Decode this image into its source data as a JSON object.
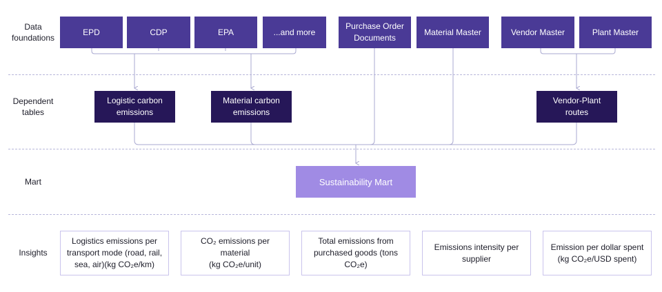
{
  "row_labels": {
    "foundations": "Data\nfoundations",
    "dependent": "Dependent\ntables",
    "mart": "Mart",
    "insights": "Insights"
  },
  "foundations": {
    "epd": "EPD",
    "cdp": "CDP",
    "epa": "EPA",
    "more": "...and more",
    "purchase_orders": "Purchase Order\nDocuments",
    "material_master": "Material Master",
    "vendor_master": "Vendor Master",
    "plant_master": "Plant Master"
  },
  "dependent": {
    "logistic": "Logistic carbon\nemissions",
    "material": "Material carbon\nemissions",
    "vendor_plant": "Vendor-Plant routes"
  },
  "mart": {
    "sustainability": "Sustainability Mart"
  },
  "insights": {
    "logistics": "Logistics emissions per\ntransport mode (road, rail,\nsea, air)(kg CO₂e/km)",
    "co2_material": "CO₂ emissions per material\n(kg CO₂e/unit)",
    "total": "Total emissions from\npurchased goods (tons CO₂e)",
    "intensity": "Emissions intensity per\nsupplier",
    "per_dollar": "Emission per dollar spent\n(kg CO₂e/USD spent)"
  },
  "colors": {
    "foundation": "#4a3a96",
    "dependent": "#261758",
    "mart": "#a08be4",
    "insight_border": "#c9c3ec",
    "connector": "#a9a8d0"
  }
}
